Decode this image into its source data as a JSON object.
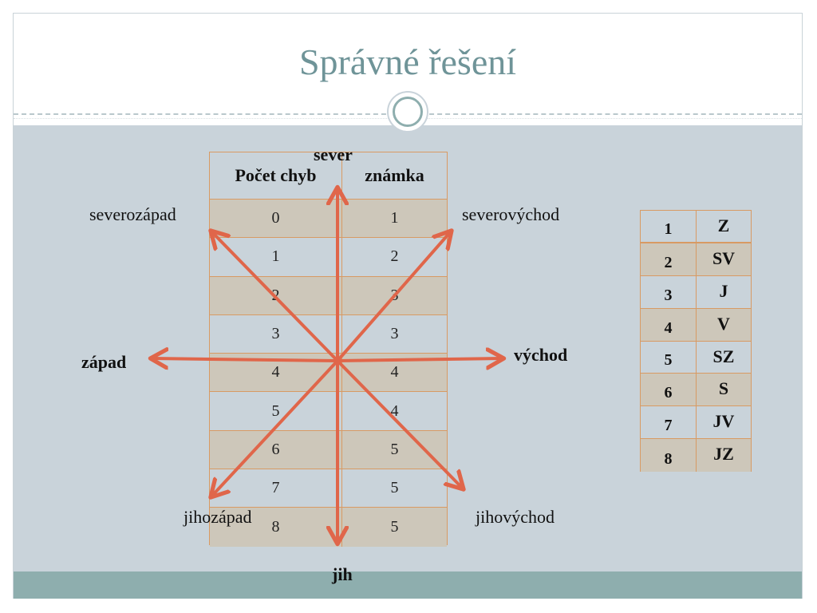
{
  "title": "Správné řešení",
  "grading_table": {
    "headers": [
      "Počet chyb",
      "známka"
    ],
    "rows": [
      {
        "errors": "0",
        "grade": "1"
      },
      {
        "errors": "1",
        "grade": "2"
      },
      {
        "errors": "2",
        "grade": "3"
      },
      {
        "errors": "3",
        "grade": "3"
      },
      {
        "errors": "4",
        "grade": "4"
      },
      {
        "errors": "5",
        "grade": "4"
      },
      {
        "errors": "6",
        "grade": "5"
      },
      {
        "errors": "7",
        "grade": "5"
      },
      {
        "errors": "8",
        "grade": "5"
      }
    ]
  },
  "directions": {
    "north": "sever",
    "south": "jih",
    "west": "západ",
    "east": "východ",
    "northwest": "severozápad",
    "northeast": "severovýchod",
    "southwest": "jihozápad",
    "southeast": "jihovýchod"
  },
  "answer_key": [
    {
      "num": "1",
      "dir": "Z"
    },
    {
      "num": "2",
      "dir": "SV"
    },
    {
      "num": "3",
      "dir": "J"
    },
    {
      "num": "4",
      "dir": "V"
    },
    {
      "num": "5",
      "dir": "SZ"
    },
    {
      "num": "6",
      "dir": "S"
    },
    {
      "num": "7",
      "dir": "JV"
    },
    {
      "num": "8",
      "dir": "JZ"
    }
  ],
  "colors": {
    "title": "#6f9498",
    "content_background": "#c9d3da",
    "footer": "#8eaeae",
    "table_border": "#d89a63",
    "row_shade": "#cdc7ba",
    "arrow": "#e0664a"
  }
}
